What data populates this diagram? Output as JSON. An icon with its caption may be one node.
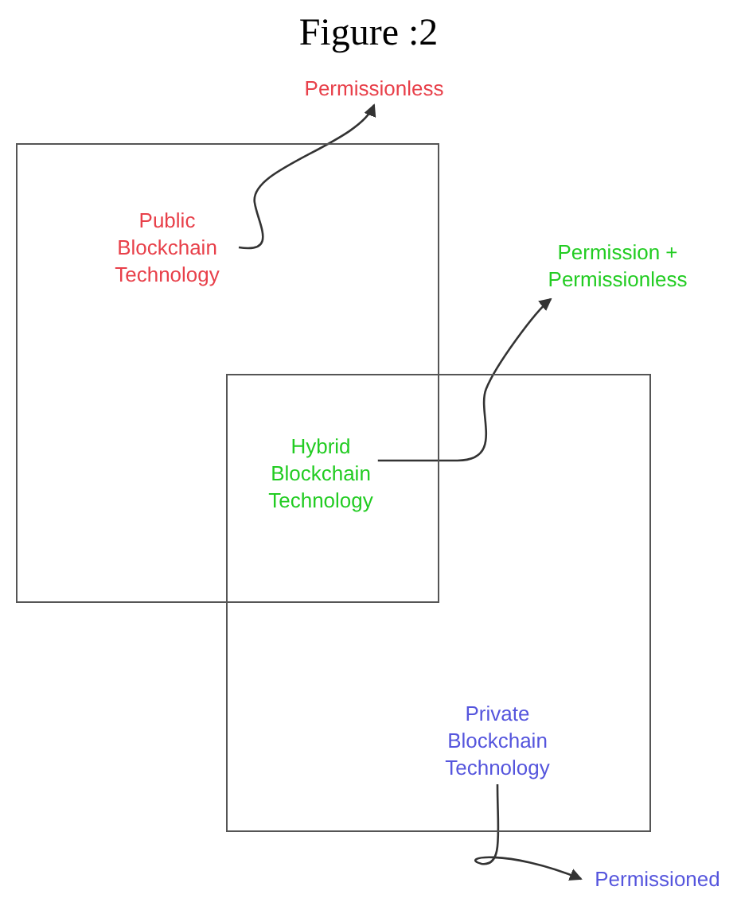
{
  "diagram": {
    "title": "Figure :2",
    "nodes": [
      {
        "text": [
          "Public Blockchain Technology"
        ]
      },
      {
        "text": [
          "Permissionless"
        ]
      },
      {
        "text": [
          "Permission + Permissionless"
        ]
      },
      {
        "text": [
          "Hybrid Blockchain Technology"
        ]
      },
      {
        "text": [
          "Private Blockchain Technology"
        ]
      },
      {
        "text": [
          "Permissioned"
        ]
      }
    ],
    "edges": [
      {
        "from": 0,
        "to": 1,
        "arrow": "to"
      },
      {
        "from": 3,
        "to": 2,
        "arrow": "to"
      },
      {
        "from": 4,
        "to": 5,
        "arrow": "to"
      }
    ]
  }
}
